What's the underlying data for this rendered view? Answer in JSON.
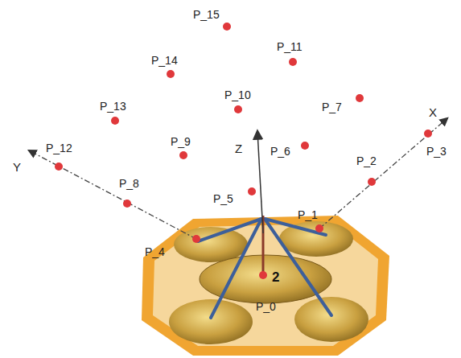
{
  "diagram": {
    "labels": [
      "P_0",
      "P_1",
      "P_2",
      "P_3",
      "P_4",
      "P_5",
      "P_6",
      "P_7",
      "P_8",
      "P_9",
      "P_10",
      "P_11",
      "P_12",
      "P_13",
      "P_14",
      "P_15",
      "X",
      "Y",
      "Z",
      "2"
    ]
  }
}
